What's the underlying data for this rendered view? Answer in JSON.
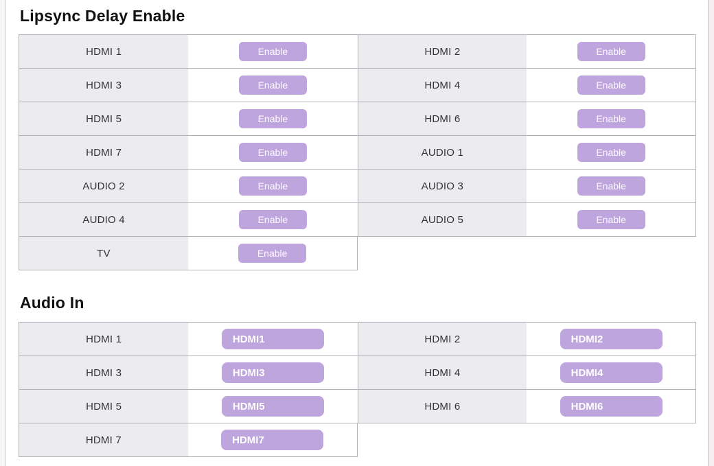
{
  "colors": {
    "accent": "#bfa5dd",
    "label_bg": "#ebebf0",
    "border": "#b3b1b8",
    "button_text": "#ffffff"
  },
  "sections": [
    {
      "title": "Lipsync Delay Enable",
      "rows": [
        {
          "cells": [
            {
              "label": "HDMI 1",
              "button": "Enable"
            },
            {
              "label": "HDMI 2",
              "button": "Enable"
            }
          ]
        },
        {
          "cells": [
            {
              "label": "HDMI 3",
              "button": "Enable"
            },
            {
              "label": "HDMI 4",
              "button": "Enable"
            }
          ]
        },
        {
          "cells": [
            {
              "label": "HDMI 5",
              "button": "Enable"
            },
            {
              "label": "HDMI 6",
              "button": "Enable"
            }
          ]
        },
        {
          "cells": [
            {
              "label": "HDMI 7",
              "button": "Enable"
            },
            {
              "label": "AUDIO 1",
              "button": "Enable"
            }
          ]
        },
        {
          "cells": [
            {
              "label": "AUDIO 2",
              "button": "Enable"
            },
            {
              "label": "AUDIO 3",
              "button": "Enable"
            }
          ]
        },
        {
          "cells": [
            {
              "label": "AUDIO 4",
              "button": "Enable"
            },
            {
              "label": "AUDIO 5",
              "button": "Enable"
            }
          ]
        },
        {
          "cells": [
            {
              "label": "TV",
              "button": "Enable"
            }
          ]
        }
      ]
    },
    {
      "title": "Audio In",
      "rows": [
        {
          "cells": [
            {
              "label": "HDMI 1",
              "button": "HDMI1"
            },
            {
              "label": "HDMI 2",
              "button": "HDMI2"
            }
          ]
        },
        {
          "cells": [
            {
              "label": "HDMI 3",
              "button": "HDMI3"
            },
            {
              "label": "HDMI 4",
              "button": "HDMI4"
            }
          ]
        },
        {
          "cells": [
            {
              "label": "HDMI 5",
              "button": "HDMI5"
            },
            {
              "label": "HDMI 6",
              "button": "HDMI6"
            }
          ]
        },
        {
          "cells": [
            {
              "label": "HDMI 7",
              "button": "HDMI7"
            }
          ]
        }
      ]
    }
  ]
}
